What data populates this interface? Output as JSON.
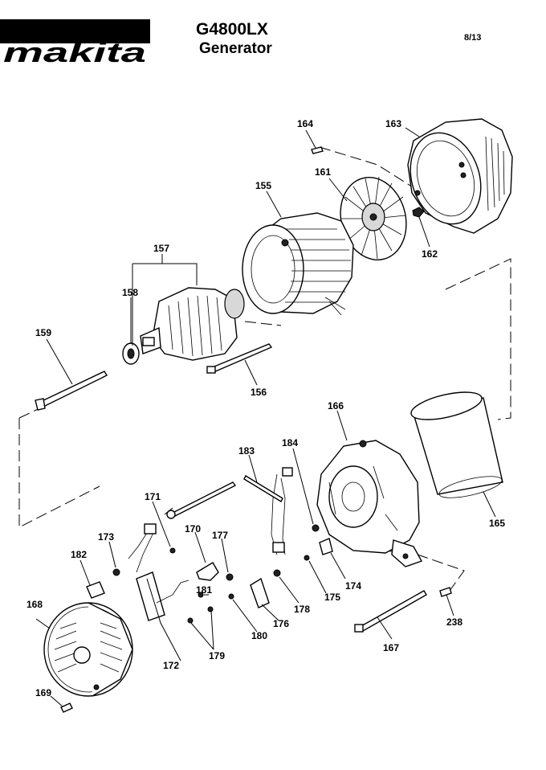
{
  "header": {
    "brand": "makita",
    "model": "G4800LX",
    "product": "Generator",
    "page": "8/13"
  },
  "callouts": [
    {
      "id": "c155",
      "text": "155"
    },
    {
      "id": "c156",
      "text": "156"
    },
    {
      "id": "c157",
      "text": "157"
    },
    {
      "id": "c158",
      "text": "158"
    },
    {
      "id": "c159",
      "text": "159"
    },
    {
      "id": "c161",
      "text": "161"
    },
    {
      "id": "c162",
      "text": "162"
    },
    {
      "id": "c163",
      "text": "163"
    },
    {
      "id": "c164",
      "text": "164"
    },
    {
      "id": "c165",
      "text": "165"
    },
    {
      "id": "c166",
      "text": "166"
    },
    {
      "id": "c167",
      "text": "167"
    },
    {
      "id": "c168",
      "text": "168"
    },
    {
      "id": "c169",
      "text": "169"
    },
    {
      "id": "c170",
      "text": "170"
    },
    {
      "id": "c171",
      "text": "171"
    },
    {
      "id": "c172",
      "text": "172"
    },
    {
      "id": "c173",
      "text": "173"
    },
    {
      "id": "c174",
      "text": "174"
    },
    {
      "id": "c175",
      "text": "175"
    },
    {
      "id": "c176",
      "text": "176"
    },
    {
      "id": "c177",
      "text": "177"
    },
    {
      "id": "c178",
      "text": "178"
    },
    {
      "id": "c179",
      "text": "179"
    },
    {
      "id": "c180",
      "text": "180"
    },
    {
      "id": "c181",
      "text": "181"
    },
    {
      "id": "c182",
      "text": "182"
    },
    {
      "id": "c183",
      "text": "183"
    },
    {
      "id": "c184",
      "text": "184"
    },
    {
      "id": "c238",
      "text": "238"
    }
  ]
}
